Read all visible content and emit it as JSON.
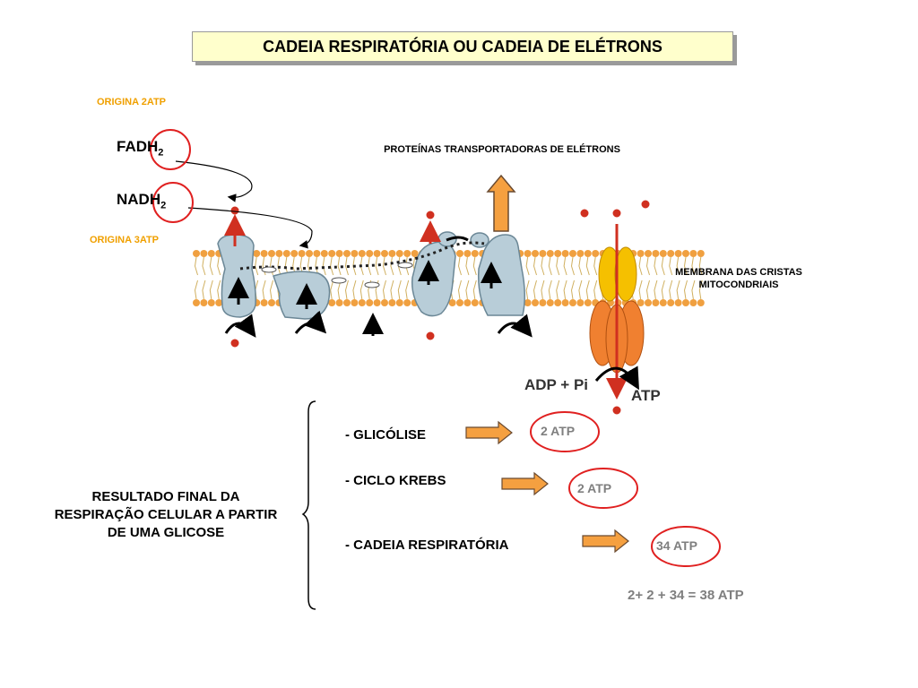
{
  "title": "CADEIA RESPIRATÓRIA OU CADEIA DE ELÉTRONS",
  "diagram": {
    "origina_2atp": "ORIGINA 2ATP",
    "origina_3atp": "ORIGINA 3ATP",
    "fadh2": {
      "base": "FADH",
      "sub": "2"
    },
    "nadh2": {
      "base": "NADH",
      "sub": "2"
    },
    "proteins_label": "PROTEÍNAS TRANSPORTADORAS DE ELÉTRONS",
    "membrane_label": "MEMBRANA DAS CRISTAS MITOCONDRIAIS",
    "adp_pi": "ADP + Pi",
    "atp": "ATP"
  },
  "summary": {
    "result_label": "RESULTADO FINAL DA RESPIRAÇÃO CELULAR A PARTIR DE UMA GLICOSE",
    "rows": [
      {
        "label": "- GLICÓLISE",
        "value": "2 ATP"
      },
      {
        "label": "- CICLO KREBS",
        "value": "2 ATP"
      },
      {
        "label": "- CADEIA RESPIRATÓRIA",
        "value": "34 ATP"
      }
    ],
    "total": "2+ 2 + 34 = 38 ATP"
  },
  "colors": {
    "title_bg": "#ffffcc",
    "membrane_head": "#f0a040",
    "protein": "#b8cdd8",
    "circle": "#e02020",
    "arrow_fill": "#f5a040",
    "atp_synthase_top": "#f5c000",
    "atp_synthase_body": "#f08030",
    "atp_text": "#7f7f7f",
    "note_orange": "#f0a000"
  }
}
